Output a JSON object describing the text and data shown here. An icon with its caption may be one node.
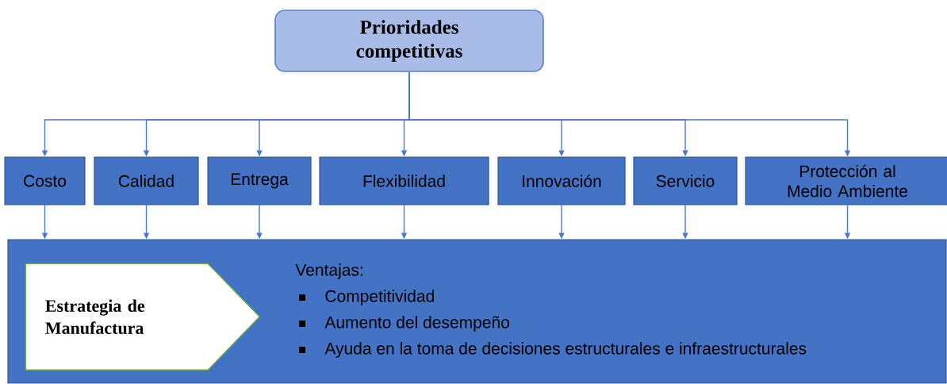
{
  "diagram": {
    "nodes": [
      {
        "text": [
          "Prioridades competitivas"
        ]
      },
      {
        "text": [
          "Costo"
        ]
      },
      {
        "text": [
          "Calidad"
        ]
      },
      {
        "text": [
          "Entrega"
        ]
      },
      {
        "text": [
          "Flexibilidad"
        ]
      },
      {
        "text": [
          "Innovación"
        ]
      },
      {
        "text": [
          "Servicio"
        ]
      },
      {
        "text": [
          "Protección al Medio Ambiente"
        ]
      },
      {
        "text": [
          "Ventajas:",
          "Competitividad",
          "Aumento del desempeño",
          "Ayuda en la toma de decisiones estructurales e infraestructurales"
        ]
      },
      {
        "text": [
          "Estrategia de Manufactura"
        ],
        "in": 8
      }
    ],
    "edges": [
      {
        "from": 0,
        "to": 1,
        "arrow": "to"
      },
      {
        "from": 0,
        "to": 2,
        "arrow": "to"
      },
      {
        "from": 0,
        "to": 3,
        "arrow": "to"
      },
      {
        "from": 0,
        "to": 4,
        "arrow": "to"
      },
      {
        "from": 0,
        "to": 5,
        "arrow": "to"
      },
      {
        "from": 0,
        "to": 6,
        "arrow": "to"
      },
      {
        "from": 0,
        "to": 7,
        "arrow": "to"
      },
      {
        "from": 1,
        "to": 8,
        "arrow": "to"
      },
      {
        "from": 2,
        "to": 8,
        "arrow": "to"
      },
      {
        "from": 3,
        "to": 8,
        "arrow": "to"
      },
      {
        "from": 4,
        "to": 8,
        "arrow": "to"
      },
      {
        "from": 5,
        "to": 8,
        "arrow": "to"
      },
      {
        "from": 6,
        "to": 8,
        "arrow": "to"
      },
      {
        "from": 7,
        "to": 8,
        "arrow": "to"
      }
    ]
  }
}
